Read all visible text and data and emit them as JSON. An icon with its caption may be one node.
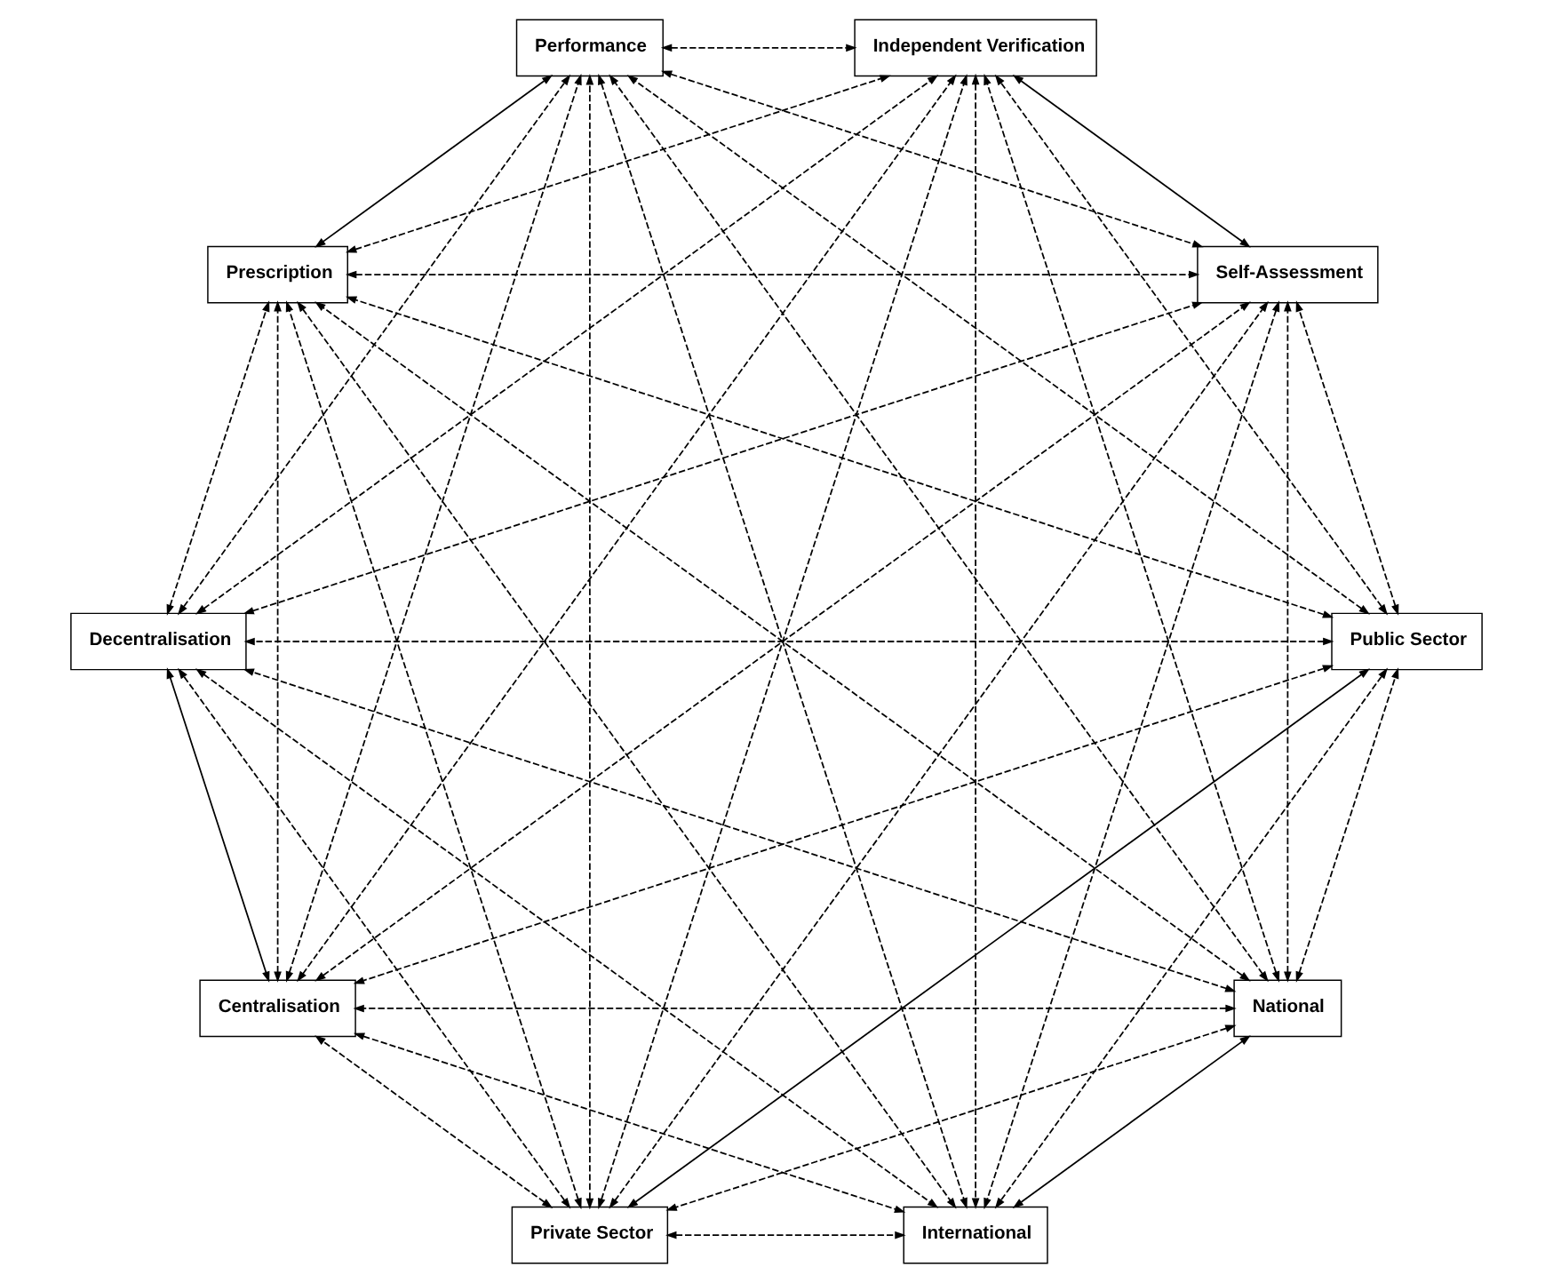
{
  "diagram": {
    "nodes": [
      {
        "text": [
          "National"
        ]
      },
      {
        "text": [
          "Public Sector"
        ]
      },
      {
        "text": [
          "Private Sector"
        ]
      },
      {
        "text": [
          "Centralisation"
        ]
      },
      {
        "text": [
          "Decentralisation"
        ]
      },
      {
        "text": [
          "Prescription"
        ]
      },
      {
        "text": [
          "Performance"
        ]
      },
      {
        "text": [
          "Independent Verification"
        ]
      },
      {
        "text": [
          "Self-Assessment"
        ]
      },
      {
        "text": [
          "International"
        ]
      }
    ],
    "edges": [
      {
        "from": 0,
        "to": 1,
        "arrow": "both",
        "style": "dashed"
      },
      {
        "from": 0,
        "to": 2,
        "arrow": "both",
        "style": "dashed"
      },
      {
        "from": 0,
        "to": 3,
        "arrow": "both",
        "style": "dashed"
      },
      {
        "from": 0,
        "to": 4,
        "arrow": "both",
        "style": "dashed"
      },
      {
        "from": 0,
        "to": 5,
        "arrow": "both",
        "style": "dashed"
      },
      {
        "from": 0,
        "to": 6,
        "arrow": "both",
        "style": "dashed"
      },
      {
        "from": 0,
        "to": 7,
        "arrow": "both",
        "style": "dashed"
      },
      {
        "from": 0,
        "to": 8,
        "arrow": "both",
        "style": "dashed"
      },
      {
        "from": 0,
        "to": 9,
        "arrow": "both"
      },
      {
        "from": 1,
        "to": 2,
        "arrow": "both"
      },
      {
        "from": 1,
        "to": 3,
        "arrow": "both",
        "style": "dashed"
      },
      {
        "from": 1,
        "to": 4,
        "arrow": "both",
        "style": "dashed"
      },
      {
        "from": 1,
        "to": 5,
        "arrow": "both",
        "style": "dashed"
      },
      {
        "from": 1,
        "to": 6,
        "arrow": "both",
        "style": "dashed"
      },
      {
        "from": 1,
        "to": 7,
        "arrow": "both",
        "style": "dashed"
      },
      {
        "from": 1,
        "to": 8,
        "arrow": "both",
        "style": "dashed"
      },
      {
        "from": 1,
        "to": 9,
        "arrow": "both",
        "style": "dashed"
      },
      {
        "from": 2,
        "to": 3,
        "arrow": "both",
        "style": "dashed"
      },
      {
        "from": 2,
        "to": 4,
        "arrow": "both",
        "style": "dashed"
      },
      {
        "from": 2,
        "to": 5,
        "arrow": "both",
        "style": "dashed"
      },
      {
        "from": 2,
        "to": 6,
        "arrow": "both",
        "style": "dashed"
      },
      {
        "from": 2,
        "to": 7,
        "arrow": "both",
        "style": "dashed"
      },
      {
        "from": 2,
        "to": 8,
        "arrow": "both",
        "style": "dashed"
      },
      {
        "from": 2,
        "to": 9,
        "arrow": "both",
        "style": "dashed"
      },
      {
        "from": 3,
        "to": 4,
        "arrow": "both"
      },
      {
        "from": 3,
        "to": 5,
        "arrow": "both",
        "style": "dashed"
      },
      {
        "from": 3,
        "to": 6,
        "arrow": "both",
        "style": "dashed"
      },
      {
        "from": 3,
        "to": 7,
        "arrow": "both",
        "style": "dashed"
      },
      {
        "from": 3,
        "to": 8,
        "arrow": "both",
        "style": "dashed"
      },
      {
        "from": 3,
        "to": 9,
        "arrow": "both",
        "style": "dashed"
      },
      {
        "from": 4,
        "to": 5,
        "arrow": "both",
        "style": "dashed"
      },
      {
        "from": 4,
        "to": 6,
        "arrow": "both",
        "style": "dashed"
      },
      {
        "from": 4,
        "to": 7,
        "arrow": "both",
        "style": "dashed"
      },
      {
        "from": 4,
        "to": 8,
        "arrow": "both",
        "style": "dashed"
      },
      {
        "from": 4,
        "to": 9,
        "arrow": "both",
        "style": "dashed"
      },
      {
        "from": 5,
        "to": 6,
        "arrow": "both"
      },
      {
        "from": 5,
        "to": 7,
        "arrow": "both",
        "style": "dashed"
      },
      {
        "from": 5,
        "to": 8,
        "arrow": "both",
        "style": "dashed"
      },
      {
        "from": 5,
        "to": 9,
        "arrow": "both",
        "style": "dashed"
      },
      {
        "from": 6,
        "to": 7,
        "arrow": "both",
        "style": "dashed"
      },
      {
        "from": 6,
        "to": 8,
        "arrow": "both",
        "style": "dashed"
      },
      {
        "from": 6,
        "to": 9,
        "arrow": "both",
        "style": "dashed"
      },
      {
        "from": 7,
        "to": 8,
        "arrow": "both"
      },
      {
        "from": 7,
        "to": 9,
        "arrow": "both",
        "style": "dashed"
      },
      {
        "from": 8,
        "to": 9,
        "arrow": "both",
        "style": "dashed"
      }
    ]
  }
}
